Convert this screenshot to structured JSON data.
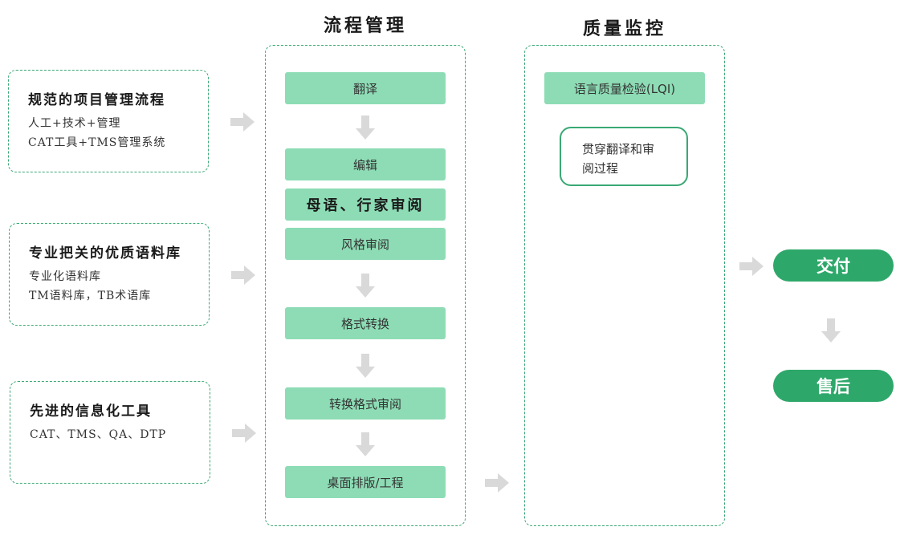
{
  "left_boxes": [
    {
      "title": "规范的项目管理流程",
      "lines": [
        "人工+技术+管理",
        "CAT工具+TMS管理系统"
      ]
    },
    {
      "title": "专业把关的优质语料库",
      "lines": [
        "专业化语料库",
        "TM语料库，TB术语库"
      ]
    },
    {
      "title": "先进的信息化工具",
      "lines": [
        "CAT、TMS、QA、DTP"
      ]
    }
  ],
  "process": {
    "title": "流程管理",
    "steps": [
      "翻译",
      "编辑",
      "母语、行家审阅",
      "风格审阅",
      "格式转换",
      "转换格式审阅",
      "桌面排版/工程"
    ]
  },
  "quality": {
    "title": "质量监控",
    "lqi": "语言质量检验(LQI)",
    "note_lines": [
      "贯穿翻译和审",
      "阅过程"
    ]
  },
  "outcomes": {
    "deliver": "交付",
    "after_sales": "售后"
  },
  "colors": {
    "step_fill": "#8ddcb5",
    "accent": "#2ea86a",
    "border": "#3aa874",
    "arrow": "#d9d9d9"
  }
}
